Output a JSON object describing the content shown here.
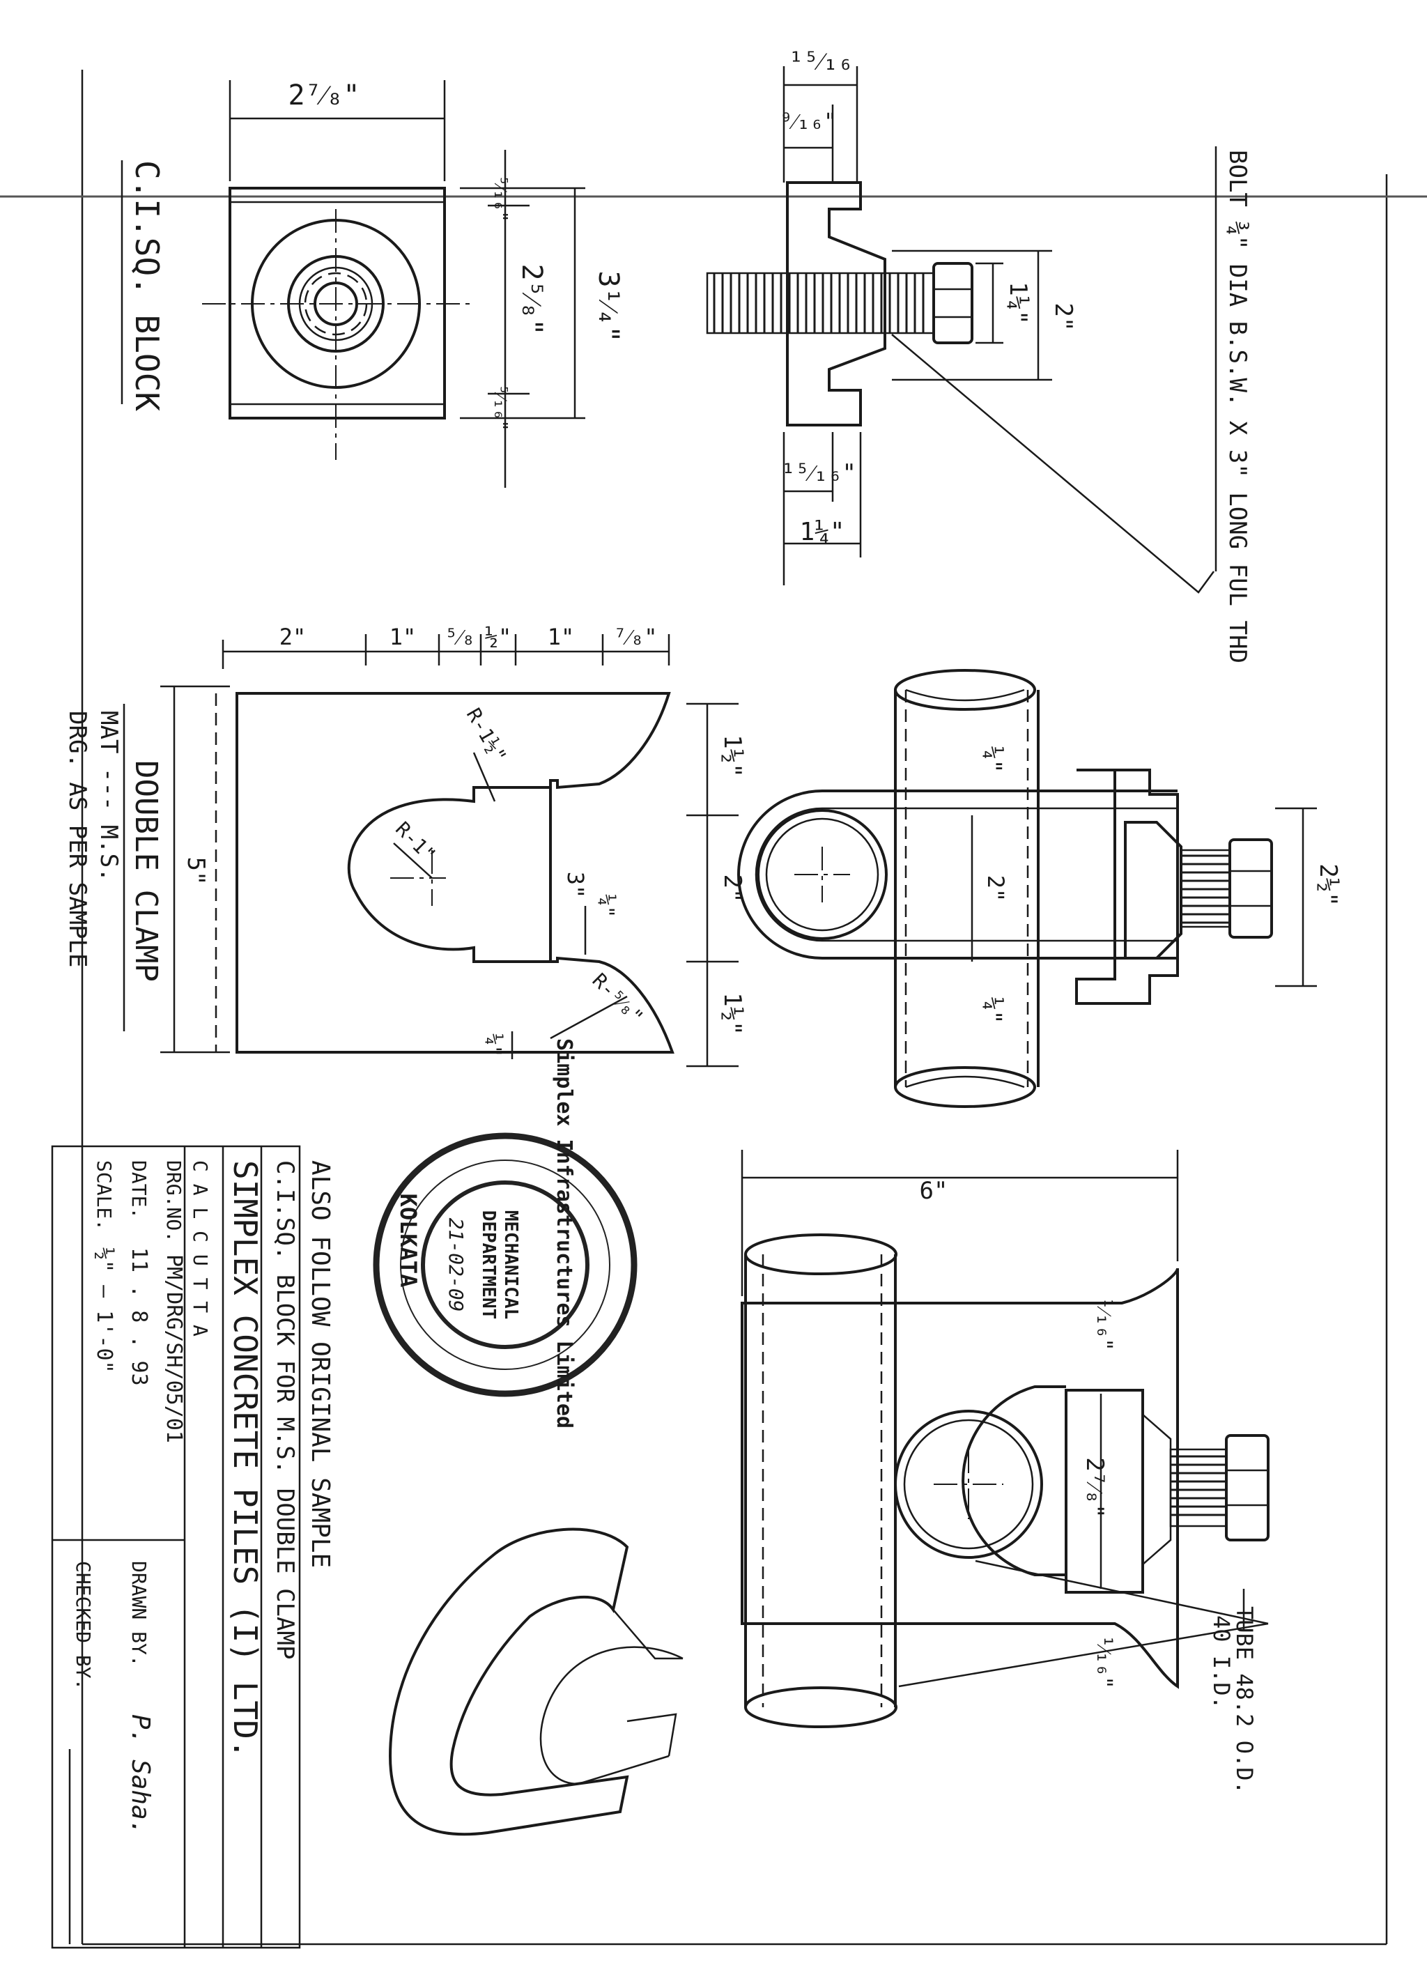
{
  "colors": {
    "paper": "#ffffff",
    "ink": "#1a1a1a",
    "stamp": "#222222"
  },
  "views": {
    "sq_block": {
      "title": "C.I.SQ. BLOCK",
      "dims": [
        "2⁷⁄₈\"",
        "⁵⁄₁₆\"",
        "2⁵⁄₈\"",
        "3¹⁄₄\"",
        "⁵⁄₁₆\""
      ]
    },
    "bolt": {
      "note": "BOLT ¾\" DIA B.S.W. X 3\" LONG FUL THD",
      "dims": [
        "¹⁵⁄₁₆",
        "⁹⁄₁₆\"",
        "1¼\"",
        "2\"",
        "¹⁵⁄₁₆\"",
        "1¼\""
      ]
    },
    "double_clamp": {
      "title": "DOUBLE CLAMP",
      "material": "MAT --- M.S.",
      "drg": "DRG. AS PER SAMPLE",
      "top_dims": [
        "2\"",
        "1\"",
        "⁵⁄₈",
        "½\"",
        "1\"",
        "⁷⁄₈\""
      ],
      "side_dims": [
        "1½\"",
        "2\"",
        "1½\""
      ],
      "height": "5\"",
      "slot": "3\"",
      "quarter": "¼\"",
      "radii": [
        "R-1½\"",
        "R-1\"",
        "R-⁵⁄₈\""
      ]
    },
    "side_view": {
      "dims": [
        "¼\"",
        "2\"",
        "¼\"",
        "2½\""
      ]
    },
    "front_view": {
      "dims": [
        "6\"",
        "¹⁄₁₆\"",
        "2⁷⁄₈\"",
        "¹⁄₁₆\""
      ],
      "tube_note": [
        "TUBE 48.2 O.D.",
        "40 I.D."
      ]
    }
  },
  "stamp": {
    "ring_text": "Simplex Infrastructures Limited",
    "city": "KOLKATA",
    "dept_line1": "MECHANICAL",
    "dept_line2": "DEPARTMENT",
    "date": "21-02-09"
  },
  "title_block": {
    "note": "ALSO FOLLOW ORIGINAL SAMPLE",
    "part": "C.I.SQ. BLOCK FOR M.S. DOUBLE CLAMP",
    "company": "SIMPLEX CONCRETE PILES (I) LTD.",
    "city": "C A L C U T T A",
    "drg_no_label": "DRG.NO.",
    "drg_no": "PM/DRG/SH/05/01",
    "date_label": "DATE.",
    "date": "11 . 8 . 93",
    "scale_label": "SCALE.",
    "scale": "½\" — 1'-0\"",
    "drawn_label": "DRAWN BY.",
    "drawn_by": "P. Saha.",
    "checked_label": "CHECKED BY."
  }
}
